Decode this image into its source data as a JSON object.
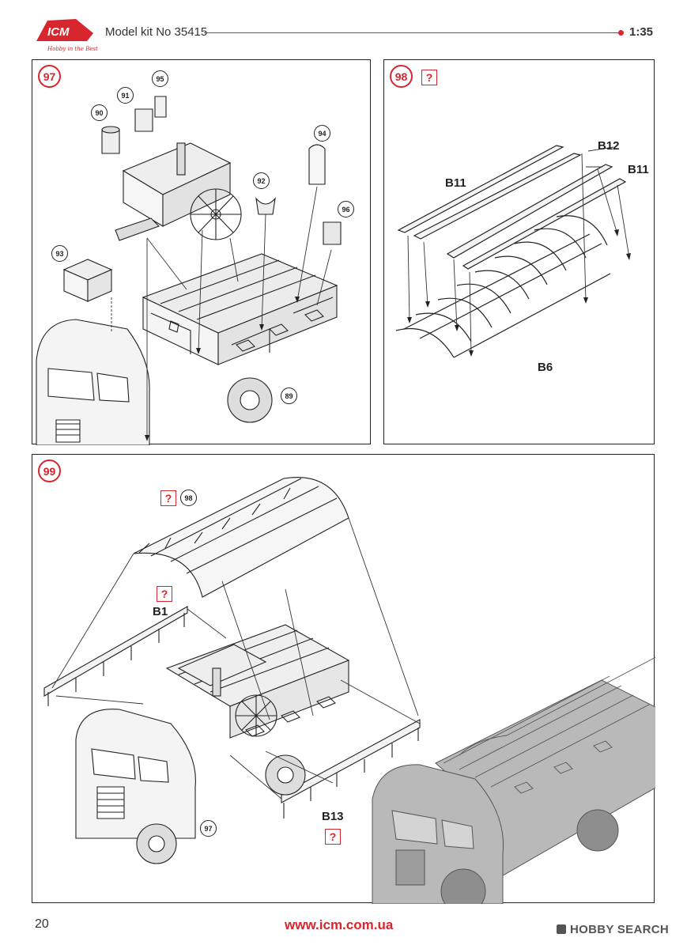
{
  "header": {
    "logo_text": "ICM",
    "logo_tagline": "Hobby in the Best",
    "model_title": "Model kit No 35415",
    "scale": "1:35"
  },
  "steps": [
    {
      "number": "97",
      "callouts": [
        "90",
        "91",
        "95",
        "92",
        "94",
        "96",
        "93",
        "89"
      ]
    },
    {
      "number": "98",
      "question_mark": "?",
      "parts": [
        "B12",
        "B11",
        "B11",
        "B6"
      ]
    },
    {
      "number": "99",
      "question_mark": "?",
      "callouts": [
        "98",
        "97"
      ],
      "parts": [
        "B1",
        "B13"
      ]
    }
  ],
  "footer": {
    "page_number": "20",
    "website": "www.icm.com.ua",
    "watermark": "HOBBY SEARCH"
  },
  "colors": {
    "accent_red": "#d7262d",
    "line": "#222222",
    "model_gray": "#b9b9b9"
  }
}
